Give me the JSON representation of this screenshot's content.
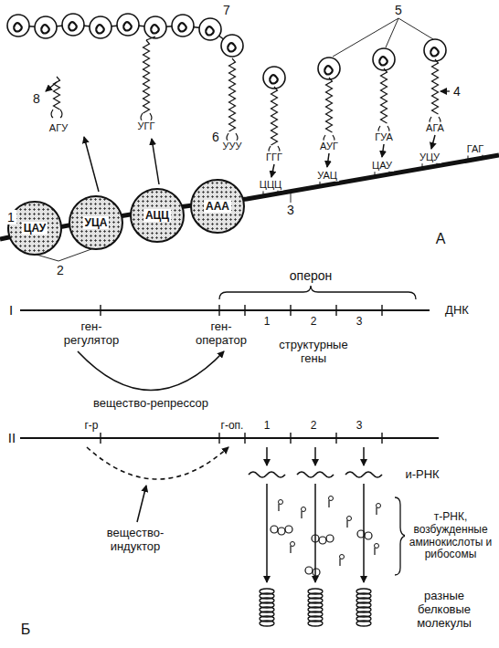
{
  "diagram": {
    "nodes": [
      {
        "text": [
          "ЦАУ"
        ]
      },
      {
        "text": [
          "УЦА"
        ]
      },
      {
        "text": [
          "АЦЦ"
        ]
      },
      {
        "text": [
          "ААА"
        ]
      }
    ],
    "labels": [
      "7",
      "5",
      "8",
      "4",
      "6",
      "АГУ",
      "УГГ",
      "УУУ",
      "ГГГ",
      "АУГ",
      "ГУА",
      "АГА",
      "ЦЦЦ",
      "УАЦ",
      "ЦАУ",
      "УЦУ",
      "ГАГ",
      "3",
      "1",
      "2",
      "А",
      "оперон",
      "I",
      "ДНК",
      "ген-регулятор",
      "ген-оператор",
      "1",
      "2",
      "3",
      "структурные гены",
      "вещество-репрессор",
      "II",
      "г-р",
      "г-оп.",
      "1",
      "2",
      "3",
      "и-РНК",
      "вещество-индуктор",
      "т-РНК, возбужденные аминокислоты и рибосомы",
      "разные белковые молекулы",
      "Б"
    ]
  }
}
